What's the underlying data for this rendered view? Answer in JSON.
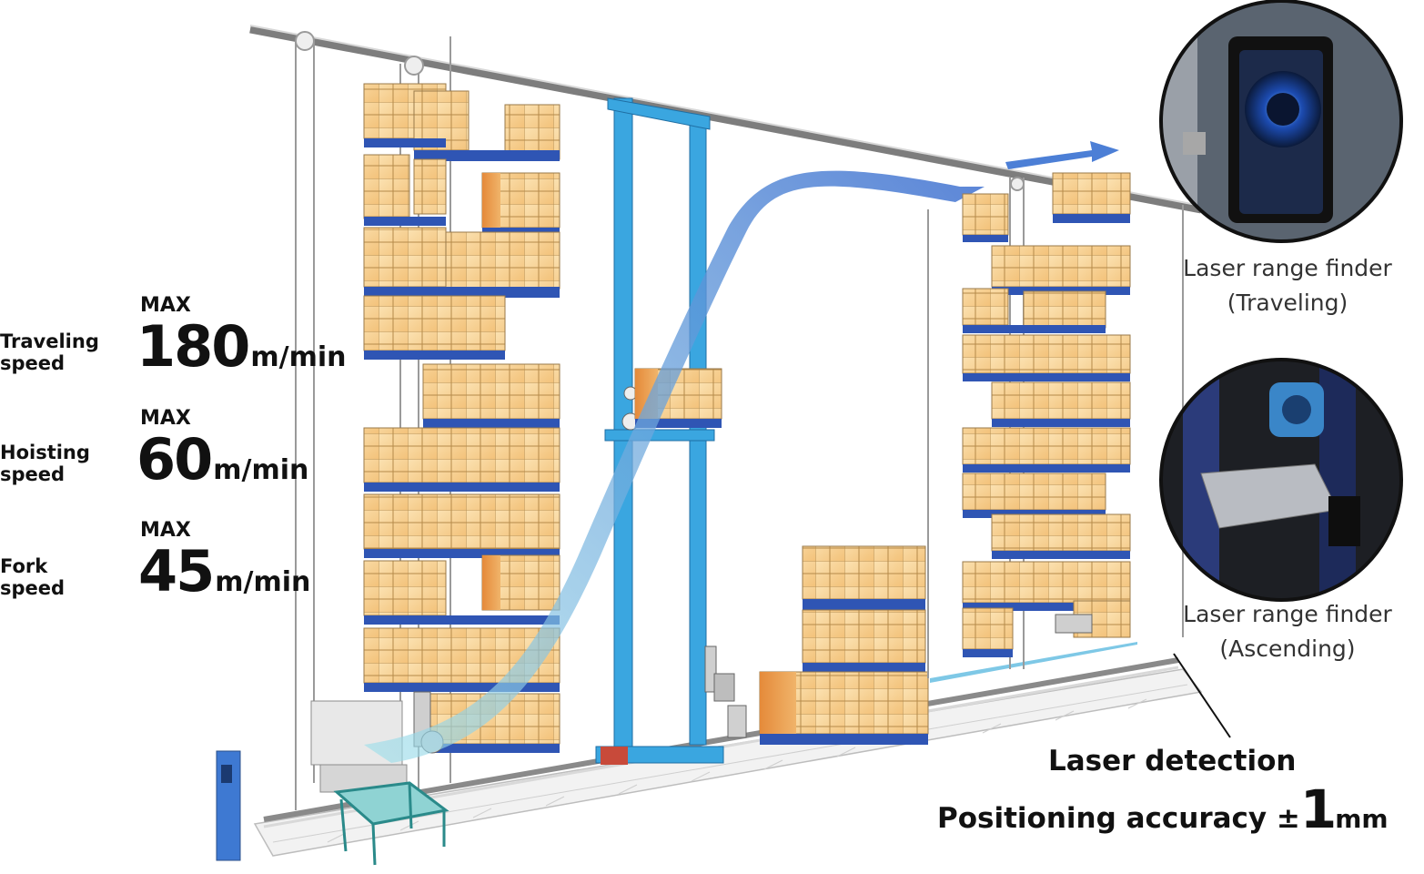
{
  "specs": [
    {
      "label_line1": "Traveling",
      "label_line2": "speed",
      "max": "MAX",
      "value": "180",
      "unit": "m/min"
    },
    {
      "label_line1": "Hoisting",
      "label_line2": "speed",
      "max": "MAX",
      "value": "60",
      "unit": "m/min"
    },
    {
      "label_line1": "Fork",
      "label_line2": "speed",
      "max": "MAX",
      "value": "45",
      "unit": "m/min"
    }
  ],
  "photos": [
    {
      "caption_line1": "Laser range finder",
      "caption_line2": "(Traveling)",
      "icon": "laser-sensor-photo"
    },
    {
      "caption_line1": "Laser range finder",
      "caption_line2": "(Ascending)",
      "icon": "laser-mount-photo"
    }
  ],
  "laser": {
    "line1": "Laser detection",
    "line2_text": "Positioning accuracy ±",
    "line2_value": "1",
    "line2_unit": "mm"
  },
  "colors": {
    "box_light": "#f9d9a0",
    "box_orange": "#e9a356",
    "pallet_blue": "#2f55b4",
    "frame_blue": "#3aa6e0",
    "arrow_blue": "#4c7fd6"
  }
}
